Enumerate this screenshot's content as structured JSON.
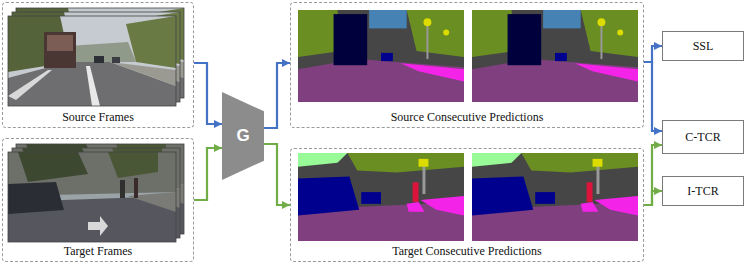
{
  "diagram": {
    "nodes": [
      {
        "text": [
          "Source Frames"
        ]
      },
      {
        "text": [
          "Target Frames"
        ]
      },
      {
        "text": [
          "G"
        ]
      },
      {
        "text": [
          "Source Consecutive Predictions"
        ]
      },
      {
        "text": [
          "Target Consecutive Predictions"
        ]
      },
      {
        "text": [
          "SSL"
        ]
      },
      {
        "text": [
          "C-TCR"
        ]
      },
      {
        "text": [
          "I-TCR"
        ]
      }
    ],
    "edges": [
      {
        "from": 0,
        "to": 2,
        "arrow": "to"
      },
      {
        "from": 1,
        "to": 2,
        "arrow": "to"
      },
      {
        "from": 2,
        "to": 3,
        "arrow": "to"
      },
      {
        "from": 2,
        "to": 4,
        "arrow": "to"
      },
      {
        "from": 3,
        "to": 5,
        "arrow": "to"
      },
      {
        "from": 3,
        "to": 6,
        "arrow": "to"
      },
      {
        "from": 4,
        "to": 6,
        "arrow": "to"
      },
      {
        "from": 4,
        "to": 7,
        "arrow": "to"
      }
    ]
  }
}
